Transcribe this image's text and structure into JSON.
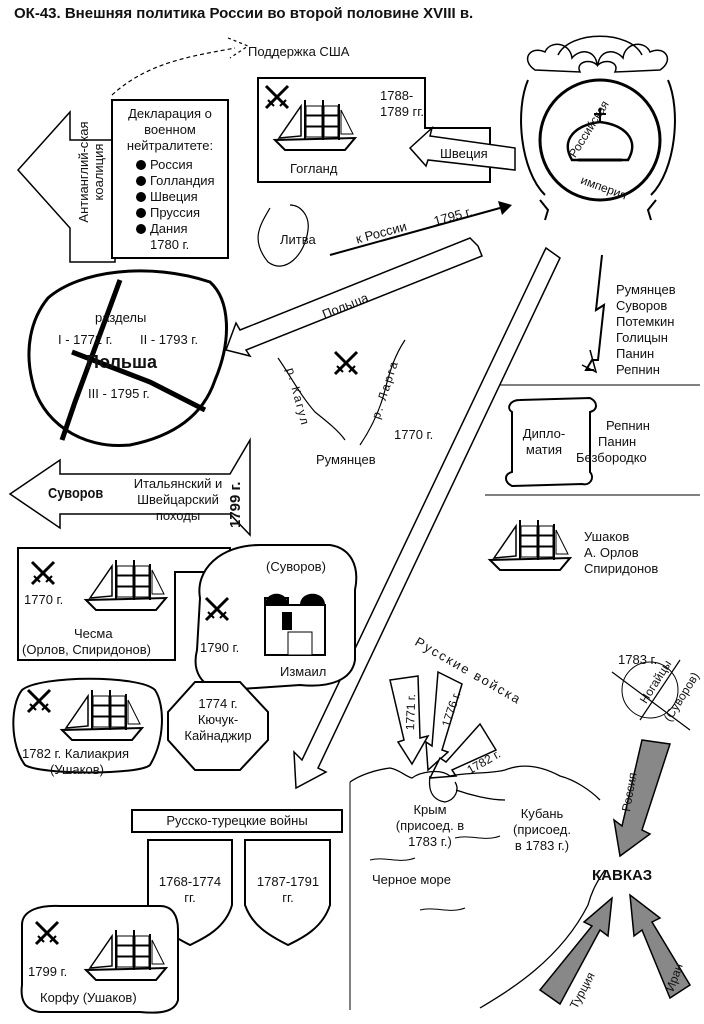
{
  "title": "ОК-43. Внешняя политика России во второй половине XVIII в.",
  "usa_support": "Поддержка США",
  "coalition": "Антианглий-ская коалиция",
  "declaration_title": "Декларация о военном нейтралитете:",
  "declaration_members": [
    "Россия",
    "Голландия",
    "Швеция",
    "Пруссия",
    "Дания"
  ],
  "declaration_year": "1780 г.",
  "hogland": {
    "years": "1788-1789 гг.",
    "name": "Гогланд"
  },
  "sweden": "Швеция",
  "emblem": {
    "top": "Российская",
    "bottom": "империя"
  },
  "lithuania": "Литва",
  "to_russia": "к России",
  "year_1795": "1795 г.",
  "generals": [
    "Румянцев",
    "Суворов",
    "Потемкин",
    "Голицын",
    "Панин",
    "Репнин"
  ],
  "poland_arrow": "Польша",
  "poland_map": {
    "partitions": "разделы",
    "p1": "I - 1772 г.",
    "p2": "II - 1793 г.",
    "name": "Польша",
    "p3": "III - 1795 г."
  },
  "rivers": {
    "kagul": "р. Кагул",
    "larga": "р. Ларга",
    "year": "1770 г.",
    "commander": "Румянцев"
  },
  "diplomacy": {
    "scroll": "Дипло-матия",
    "people": [
      "Репнин",
      "Панин",
      "Безбородко"
    ]
  },
  "italian": {
    "text": "Итальянский и Швейцарский походы",
    "year": "1799 г.",
    "suvorov": "Суворов"
  },
  "navy": [
    "Ушаков",
    "А. Орлов",
    "Спиридонов"
  ],
  "chesma": {
    "year": "1770 г.",
    "name": "Чесма",
    "commanders": "(Орлов, Спиридонов)"
  },
  "izmail": {
    "commander": "(Суворов)",
    "year": "1790 г.",
    "name": "Измаил"
  },
  "kaliakria": {
    "name": "1782 г. Калиакрия",
    "commander": "(Ушаков)"
  },
  "kuchuk": {
    "year": "1774 г.",
    "name": "Кючук-Кайнаджир"
  },
  "troops": "Русские войска",
  "crimea_years": [
    "1771 г.",
    "1776 г.",
    "1782 г."
  ],
  "nogai": {
    "year": "1783 г.",
    "name": "Ногайцы",
    "commander": "(Суворов)"
  },
  "crimea": "Крым (присоед. в 1783 г.)",
  "kuban": "Кубань (присоед. в 1783 г.)",
  "black_sea": "Черное море",
  "caucasus": "КАВКАЗ",
  "russia_arrow": "Россия",
  "turkey_arrow": "Турция",
  "iran_arrow": "Иран",
  "wars": {
    "title": "Русско-турецкие войны",
    "w1": "1768-1774 гг.",
    "w2": "1787-1791 гг."
  },
  "corfu": {
    "year": "1799 г.",
    "name": "Корфу (Ушаков)"
  }
}
